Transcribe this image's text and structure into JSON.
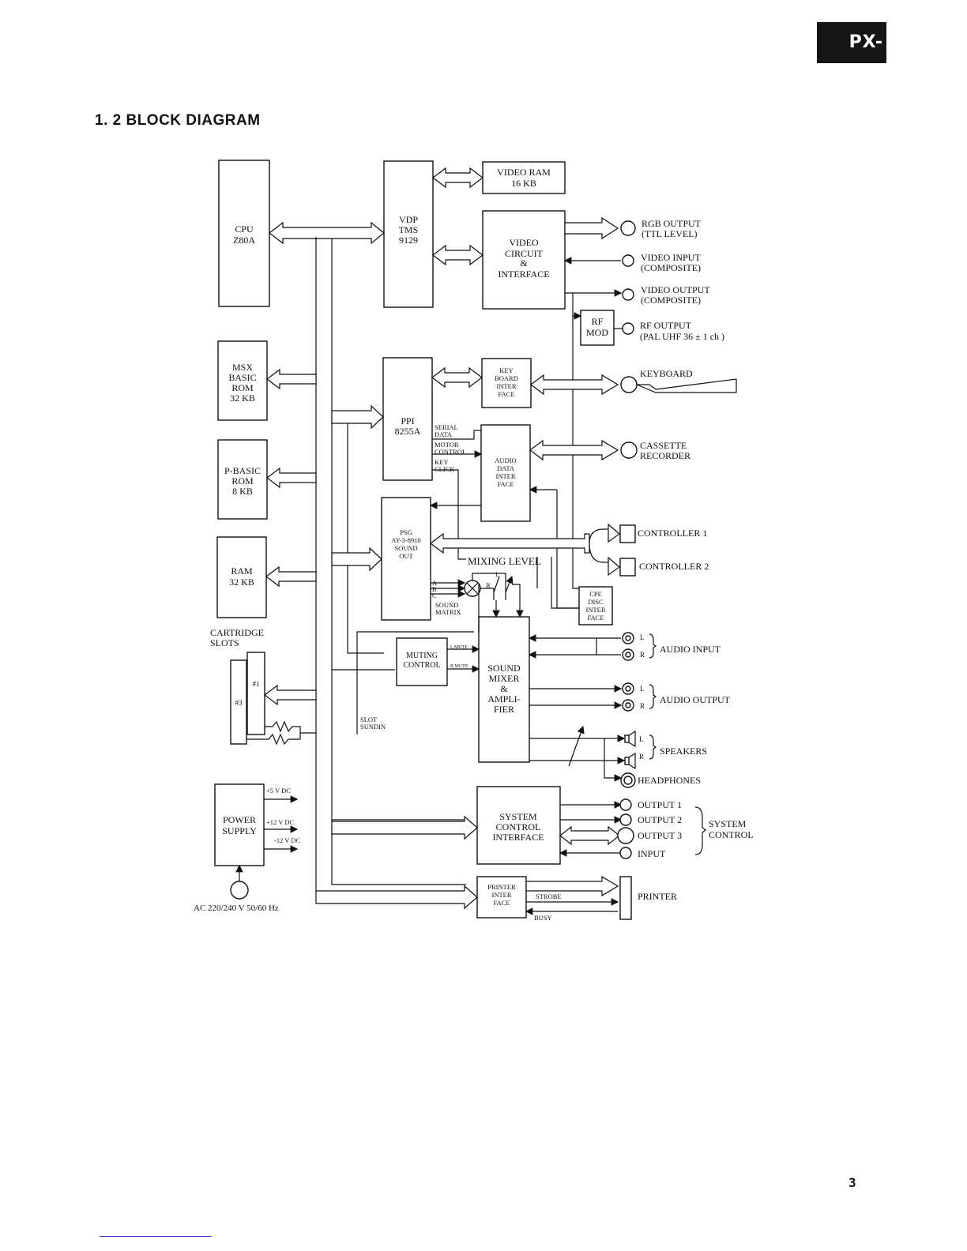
{
  "page": {
    "model_badge": "PX-",
    "heading": "1. 2 BLOCK DIAGRAM",
    "page_number": "3"
  },
  "blocks": {
    "cpu": [
      "CPU",
      "Z80A"
    ],
    "vdp": [
      "VDP",
      "TMS",
      "9129"
    ],
    "video_ram": [
      "VIDEO RAM",
      "16 KB"
    ],
    "video_circuit": [
      "VIDEO",
      "CIRCUIT",
      "&",
      "INTERFACE"
    ],
    "rf_mod": [
      "RF",
      "MOD"
    ],
    "msx_basic_rom": [
      "MSX",
      "BASIC",
      "ROM",
      "32 KB"
    ],
    "ppi": [
      "PPI",
      "8255A"
    ],
    "keyboard_interface": [
      "KEY",
      "BOARD",
      "INTER",
      "FACE"
    ],
    "p_basic_rom": [
      "P-BASIC",
      "ROM",
      "8 KB"
    ],
    "audio_data_interface": [
      "AUDIO",
      "DATA",
      "INTER",
      "FACE"
    ],
    "psg": [
      "PSG",
      "AY-3-8910",
      "SOUND",
      "OUT"
    ],
    "ram": [
      "RAM",
      "32 KB"
    ],
    "cpe_disc_interface": [
      "CPE",
      "DISC",
      "INTER",
      "FACE"
    ],
    "muting_control": [
      "MUTING",
      "CONTROL"
    ],
    "sound_mixer": [
      "SOUND",
      "MIXER",
      "&",
      "AMPLI-",
      "FIER"
    ],
    "power_supply": [
      "POWER",
      "SUPPLY"
    ],
    "system_control_interface": [
      "SYSTEM",
      "CONTROL",
      "INTERFACE"
    ],
    "printer_interface": [
      "PRINTER",
      "INTER",
      "FACE"
    ]
  },
  "signals": {
    "serial_data": [
      "SERIAL",
      "DATA"
    ],
    "motor_control": [
      "MOTOR",
      "CONTROL"
    ],
    "key_click": [
      "KEY",
      "CLICK"
    ],
    "mixing_level": "MIXING LEVEL",
    "psg_a": "A",
    "psg_b": "B",
    "psg_c": "C",
    "mix_l": "L",
    "mix_r": "R",
    "sound_matrix": [
      "SOUND",
      "MATRIX"
    ],
    "l_mute": "L MUTE",
    "r_mute": "R MUTE",
    "slot_sundin": [
      "SLOT",
      "SUNDIN"
    ],
    "plus5v": "+5 V DC",
    "plus12v": "+12 V DC",
    "minus12v": "-12 V DC",
    "ac_input": "AC 220/240 V 50/60 Hz",
    "cartridge_slots": [
      "CARTRIDGE",
      "SLOTS"
    ],
    "slot1": "#1",
    "slot3": "#3",
    "strobe": "STROBE",
    "busy": "BUSY"
  },
  "outputs": {
    "rgb_output": [
      "RGB OUTPUT",
      "(TTL LEVEL)"
    ],
    "video_input": [
      "VIDEO INPUT",
      "(COMPOSITE)"
    ],
    "video_output": [
      "VIDEO OUTPUT",
      "(COMPOSITE)"
    ],
    "rf_output": [
      "RF OUTPUT",
      "(PAL UHF 36 ± 1 ch )"
    ],
    "keyboard": "KEYBOARD",
    "cassette_recorder": [
      "CASSETTE",
      "RECORDER"
    ],
    "controller_1": "CONTROLLER 1",
    "controller_2": "CONTROLLER 2",
    "audio_input": "AUDIO INPUT",
    "audio_output": "AUDIO OUTPUT",
    "speakers": "SPEAKERS",
    "headphones": "HEADPHONES",
    "ch_l": "L",
    "ch_r": "R",
    "output_1": "OUTPUT 1",
    "output_2": "OUTPUT 2",
    "output_3": "OUTPUT 3",
    "input": "INPUT",
    "system_control": [
      "SYSTEM",
      "CONTROL"
    ],
    "printer": "PRINTER"
  }
}
